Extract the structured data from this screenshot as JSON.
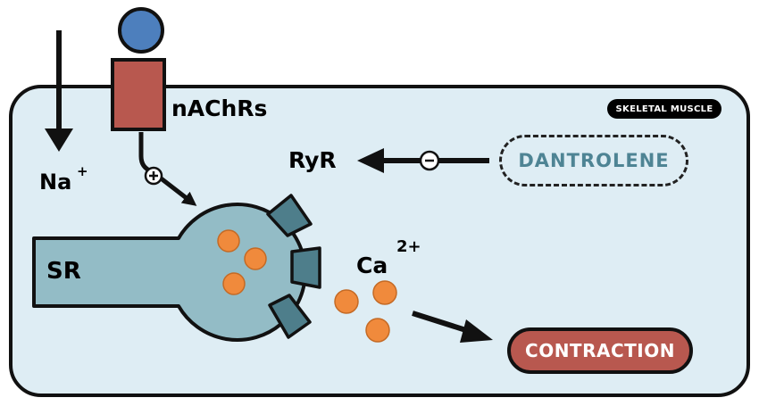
{
  "labels": {
    "na": "Na",
    "na_charge": "+",
    "nachrs": "nAChRs",
    "ryr": "RyR",
    "sr": "SR",
    "ca": "Ca",
    "ca_charge": "2+",
    "skeletal_muscle": "SKELETAL MUSCLE",
    "dantrolene": "DANTROLENE",
    "contraction": "CONTRACTION",
    "plus_sign": "+",
    "minus_sign": "-"
  },
  "colors": {
    "cell_fill": "#deedf4",
    "outline": "#111111",
    "receptor_head": "#4d7fbd",
    "receptor_body": "#b8584f",
    "sr_fill": "#93bcc6",
    "channel_fill": "#4e7e8b",
    "calcium": "#f08a3c",
    "dantrolene_text": "#4e8494",
    "contraction_fill": "#b8584f"
  }
}
